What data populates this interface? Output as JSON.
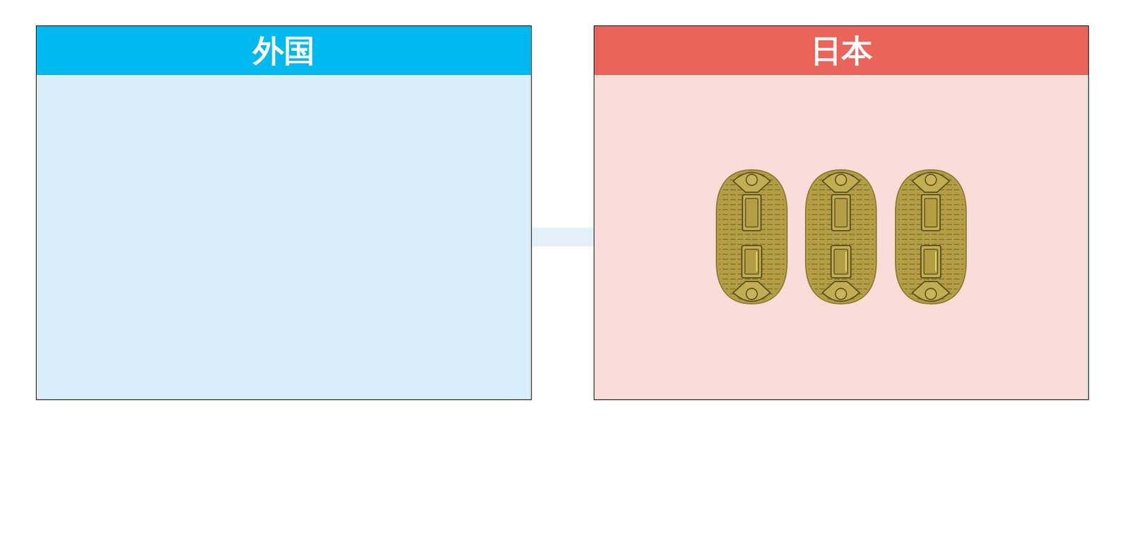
{
  "diagram": {
    "nodes": [
      {
        "text": [
          "外国"
        ]
      },
      {
        "text": [
          "日本"
        ]
      }
    ],
    "edges": [
      {
        "from": 0,
        "to": 1,
        "arrow": "none"
      }
    ]
  }
}
